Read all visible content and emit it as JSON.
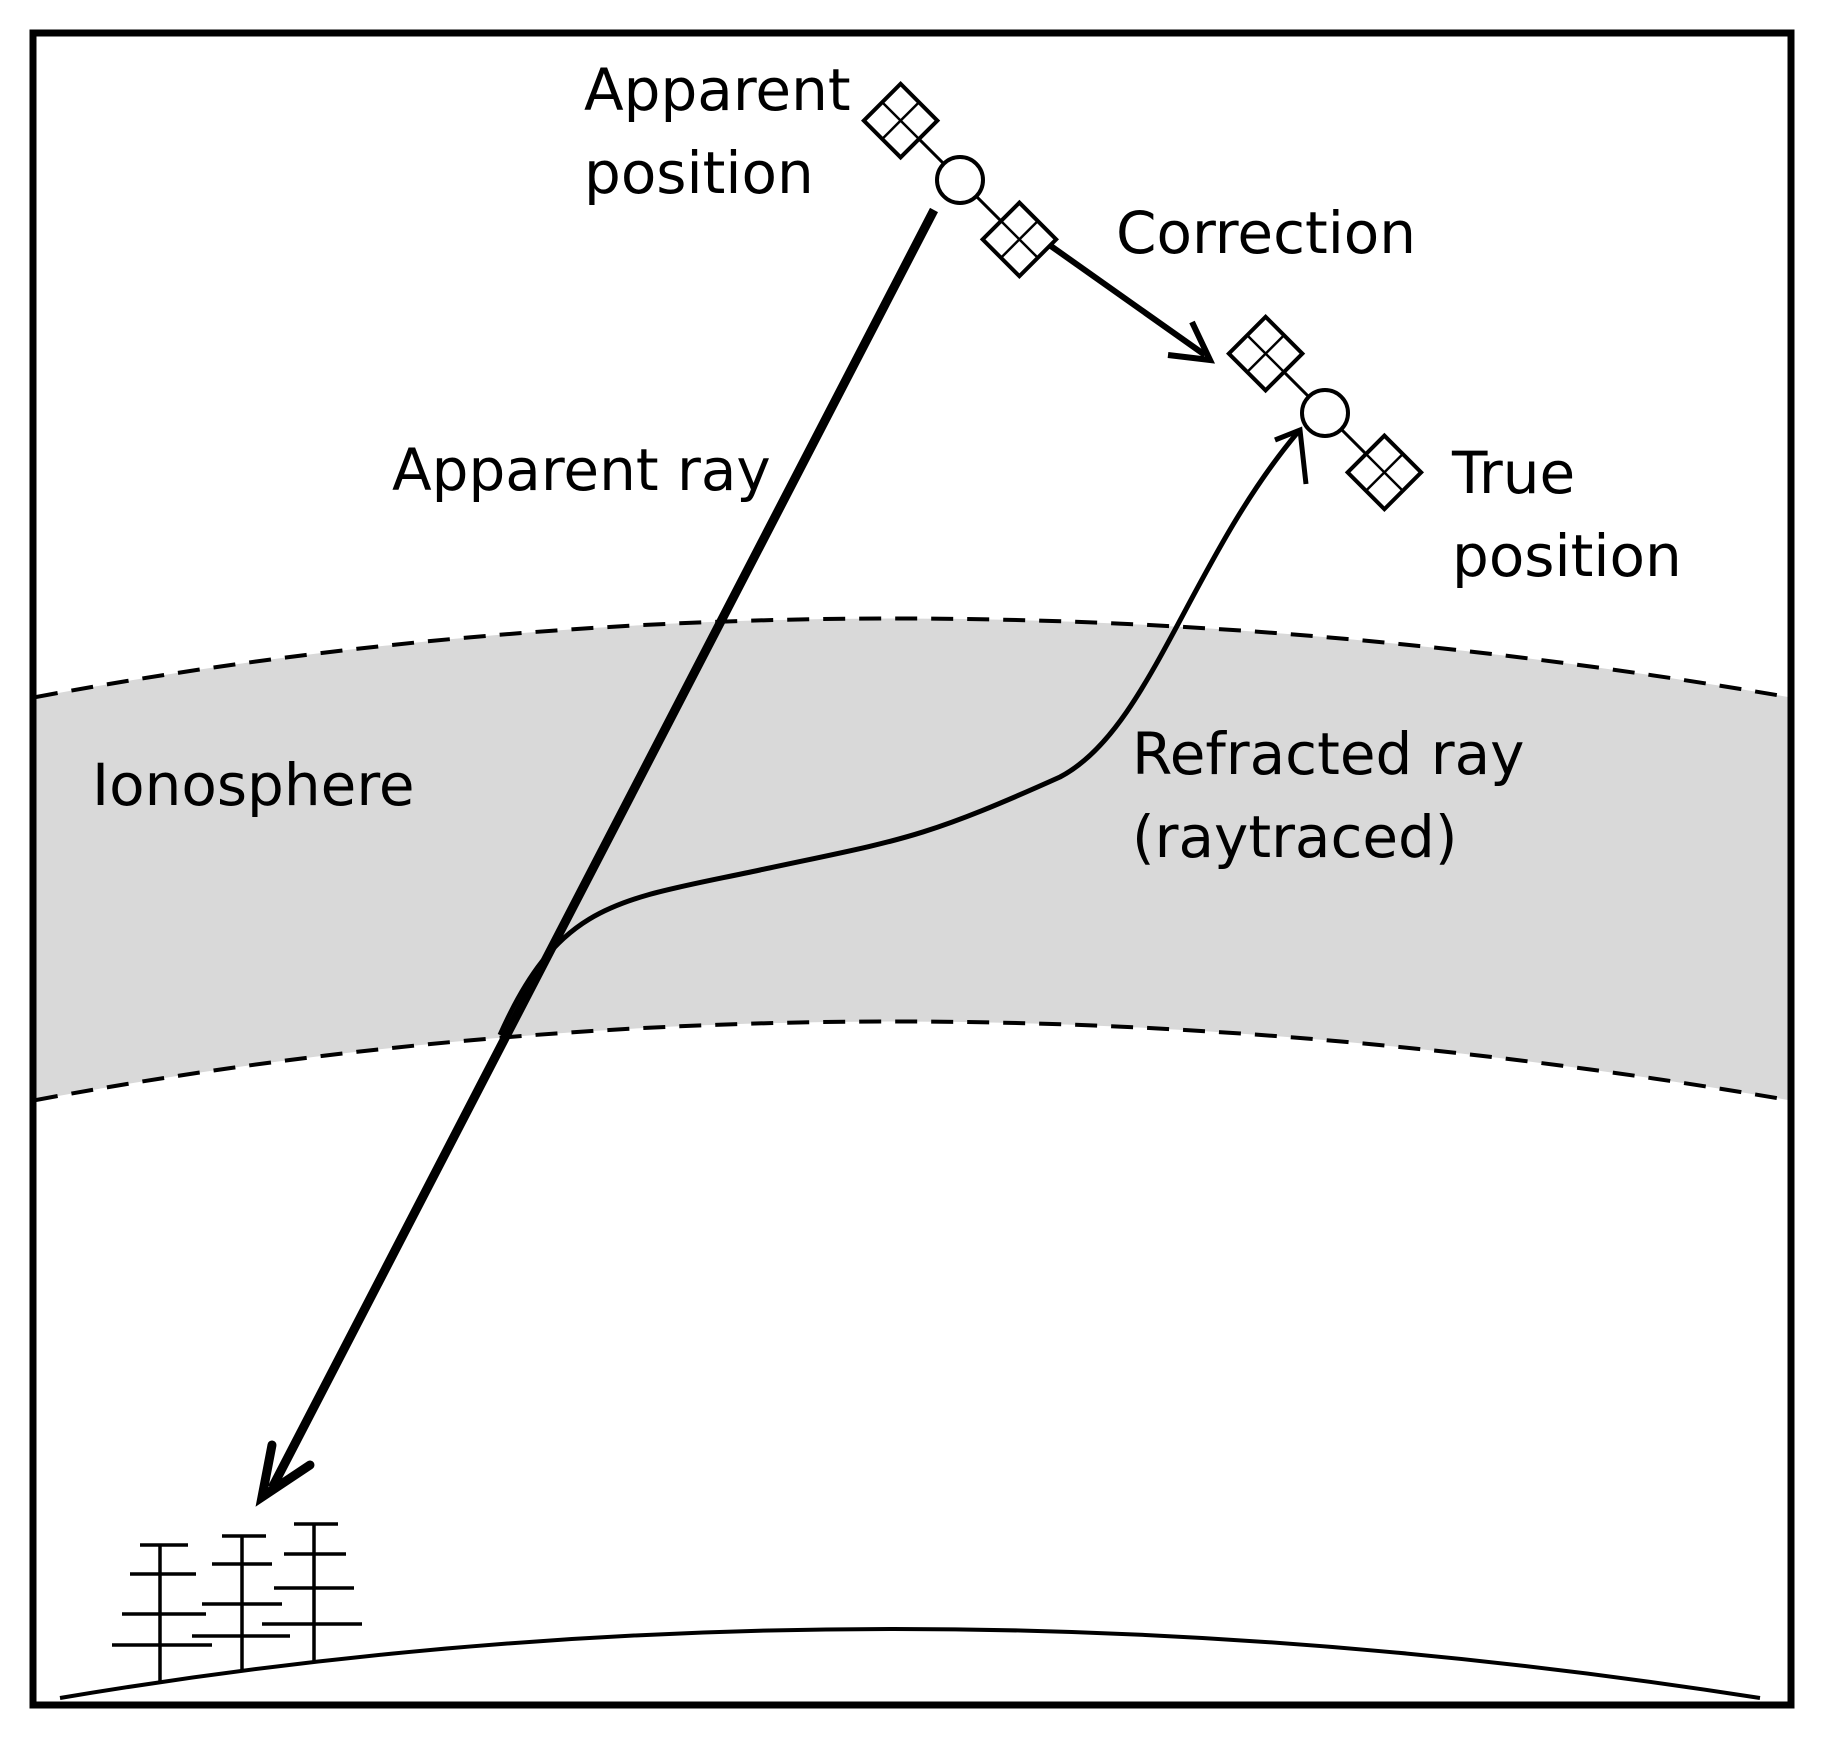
{
  "labels": {
    "apparent_position": [
      "Apparent",
      "position"
    ],
    "correction": "Correction",
    "apparent_ray": "Apparent ray",
    "true_position": [
      "True",
      "position"
    ],
    "ionosphere": "Ionosphere",
    "refracted_ray": [
      "Refracted ray",
      "(raytraced)"
    ]
  },
  "colors": {
    "ink": "#000000",
    "ionosphere_fill": "#d9d9d9",
    "background": "#ffffff"
  },
  "icons": [
    "satellite-icon",
    "antenna-array-icon"
  ]
}
